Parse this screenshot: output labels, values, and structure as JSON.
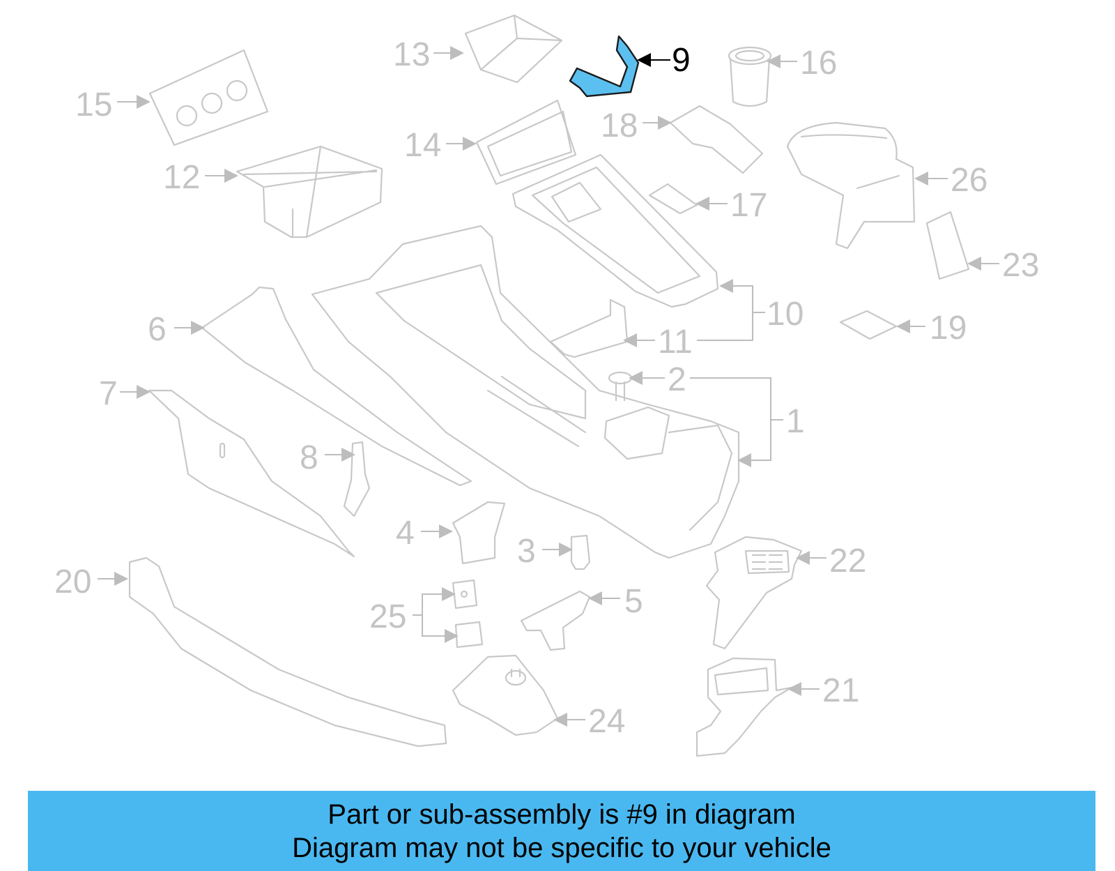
{
  "callouts": {
    "c1": "1",
    "c2": "2",
    "c3": "3",
    "c4": "4",
    "c5": "5",
    "c6": "6",
    "c7": "7",
    "c8": "8",
    "c9": "9",
    "c10": "10",
    "c11": "11",
    "c12": "12",
    "c13": "13",
    "c14": "14",
    "c15": "15",
    "c16": "16",
    "c17": "17",
    "c18": "18",
    "c19": "19",
    "c20": "20",
    "c21": "21",
    "c22": "22",
    "c23": "23",
    "c24": "24",
    "c25": "25",
    "c26": "26"
  },
  "highlighted_part": "9",
  "colors": {
    "highlight_fill": "#5bc0f0",
    "banner": "#4ab8f0",
    "parts": "#c8c8c8"
  },
  "banner": {
    "line1": "Part or sub-assembly is #9 in diagram",
    "line2": "Diagram may not be specific to your vehicle"
  }
}
